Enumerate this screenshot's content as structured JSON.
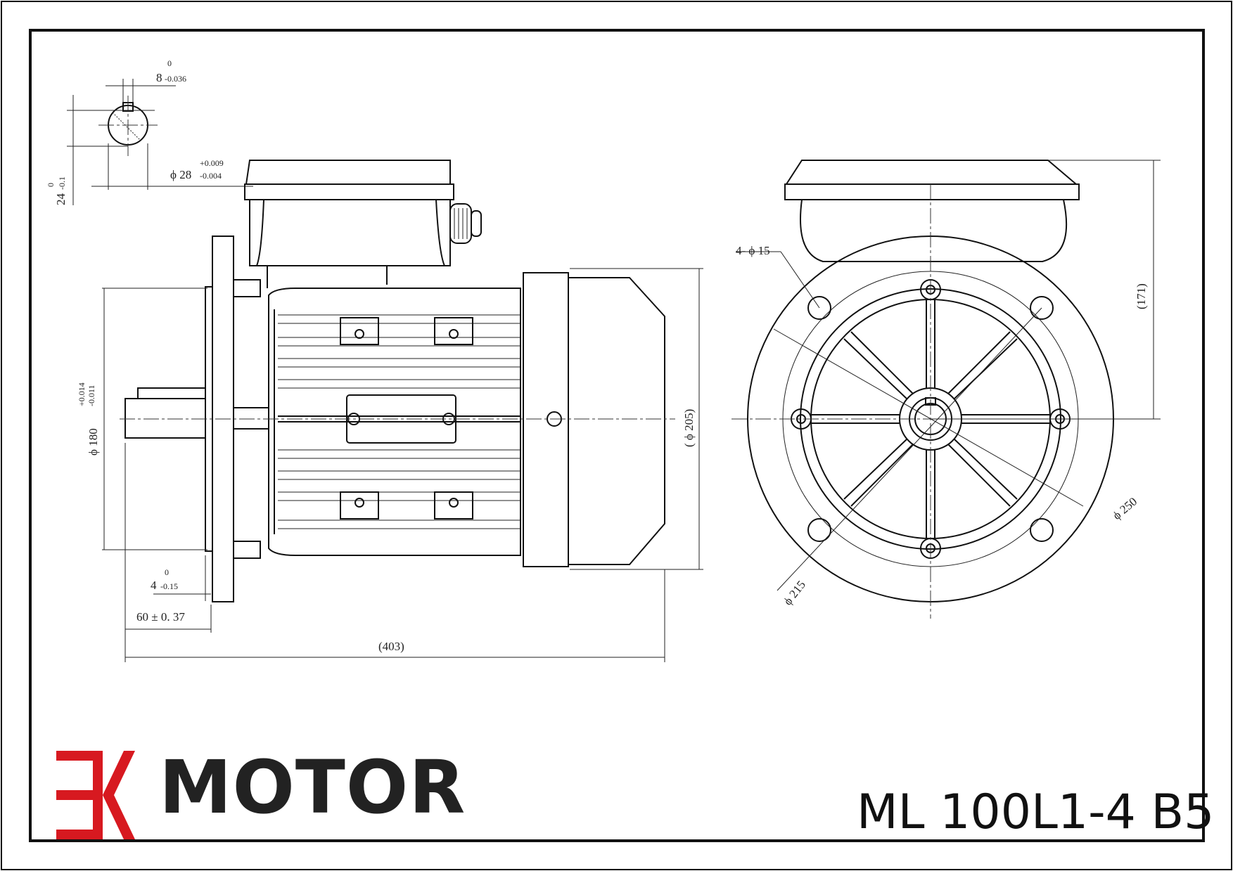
{
  "drawing": {
    "brand": {
      "mark": "EK",
      "name": "MOTOR",
      "mark_color": "#d71920",
      "name_color": "#222222"
    },
    "model": "ML 100L1-4 B5",
    "dimensions": {
      "key_width": "8",
      "key_width_tol_upper": "0",
      "key_width_tol_lower": "-0.036",
      "key_depth": "24",
      "key_depth_tol_upper": "0",
      "key_depth_tol_lower": "-0.1",
      "shaft_diameter": "ϕ 28",
      "shaft_tol_upper": "+0.009",
      "shaft_tol_lower": "-0.004",
      "spigot_diameter": "ϕ 180",
      "spigot_tol_upper": "+0.014",
      "spigot_tol_lower": "-0.011",
      "flange_offset": "4",
      "flange_offset_tol_upper": "0",
      "flange_offset_tol_lower": "-0.15",
      "shaft_length": "60 ± 0. 37",
      "overall_length": "(403)",
      "body_diameter": "( ϕ 205)",
      "bolt_holes": "4- ϕ 15",
      "box_height": "(171)",
      "flange_diameter": "ϕ 250",
      "pcd": "ϕ 215"
    }
  }
}
